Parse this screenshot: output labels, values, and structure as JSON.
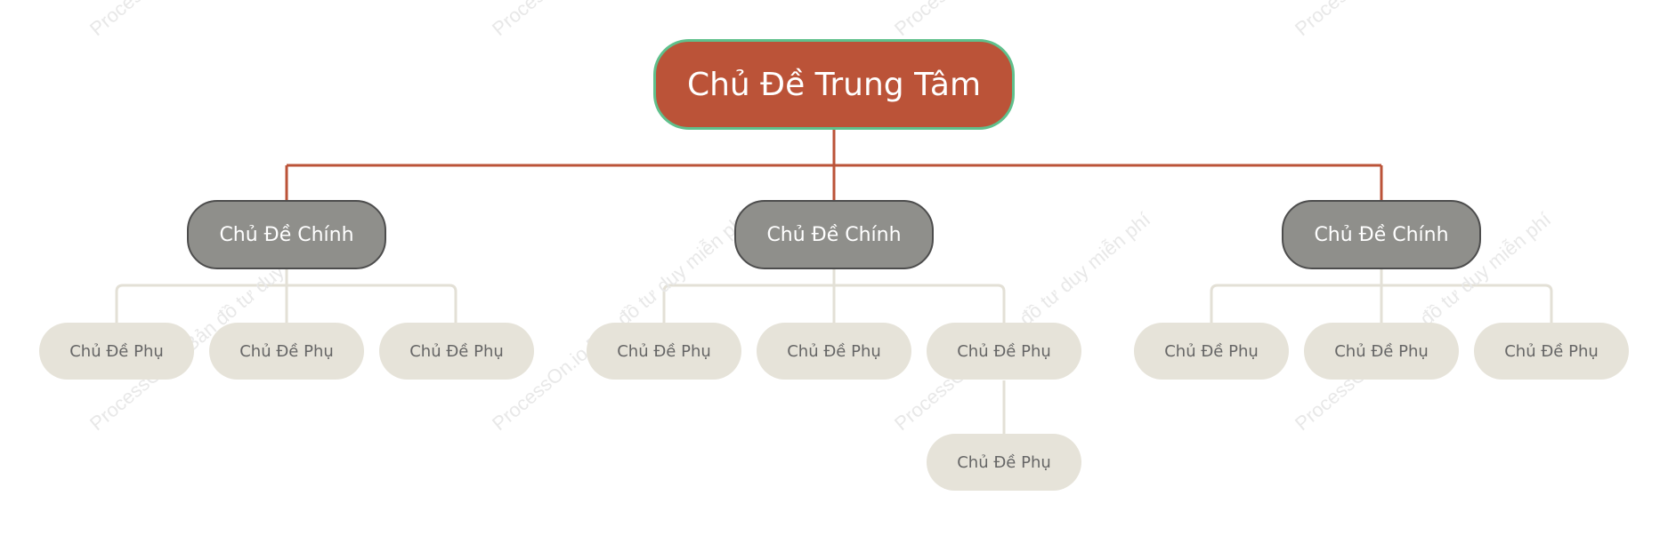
{
  "central": {
    "label": "Chủ Đề Trung Tâm"
  },
  "main_topics": [
    {
      "label": "Chủ Đề Chính",
      "subtopics": [
        "Chủ Đề Phụ",
        "Chủ Đề Phụ",
        "Chủ Đề Phụ"
      ]
    },
    {
      "label": "Chủ Đề Chính",
      "subtopics": [
        "Chủ Đề Phụ",
        "Chủ Đề Phụ",
        "Chủ Đề Phụ"
      ],
      "extra_subtopic": "Chủ Đề Phụ"
    },
    {
      "label": "Chủ Đề Chính",
      "subtopics": [
        "Chủ Đề Phụ",
        "Chủ Đề Phụ",
        "Chủ Đề Phụ"
      ]
    }
  ],
  "watermark": "ProcessOn.io Bản đồ tư duy miễn phí",
  "colors": {
    "central_fill": "#bb5338",
    "central_border": "#5fc08c",
    "main_fill": "#8f8f8b",
    "main_border": "#4d4d4d",
    "sub_fill": "#e6e3d9",
    "connector_main": "#bb5338",
    "connector_sub": "#e3e0d6"
  }
}
